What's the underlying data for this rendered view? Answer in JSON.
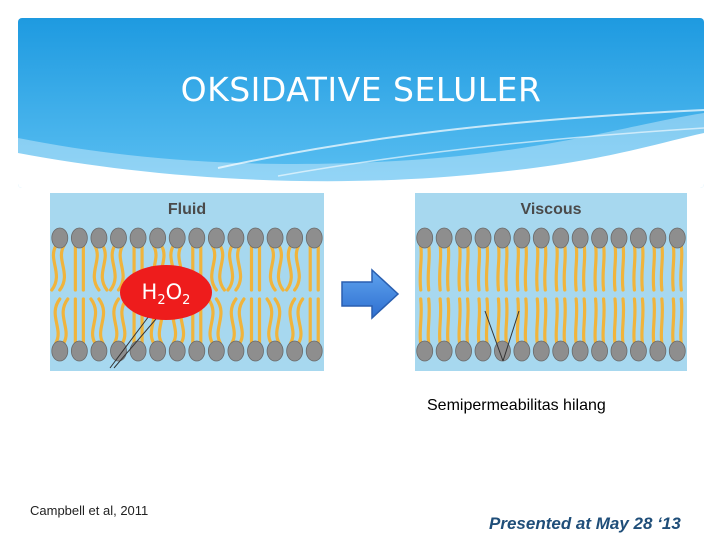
{
  "slide": {
    "title": "OKSIDATIVE SELULER",
    "left_panel_label": "Fluid",
    "right_panel_label": "Viscous",
    "h2o2_parts": [
      "H",
      "2",
      "O",
      "2"
    ],
    "caption": "Semipermeabilitas hilang",
    "citation": "Campbell et al, 2011",
    "presented": "Presented  at  May 28  ‘13"
  },
  "colors": {
    "banner_top": "#1e9ae0",
    "banner_bottom": "#5cc0f2",
    "membrane_bg": "#a7d8ef",
    "tail": "#f0b43c",
    "head": "#8e8e8e",
    "h2o2_badge": "#ee1c1c",
    "arrow": "#2f7ad8",
    "presented_text": "#1f4e79"
  },
  "icons": {
    "arrow": "right-arrow-icon"
  }
}
